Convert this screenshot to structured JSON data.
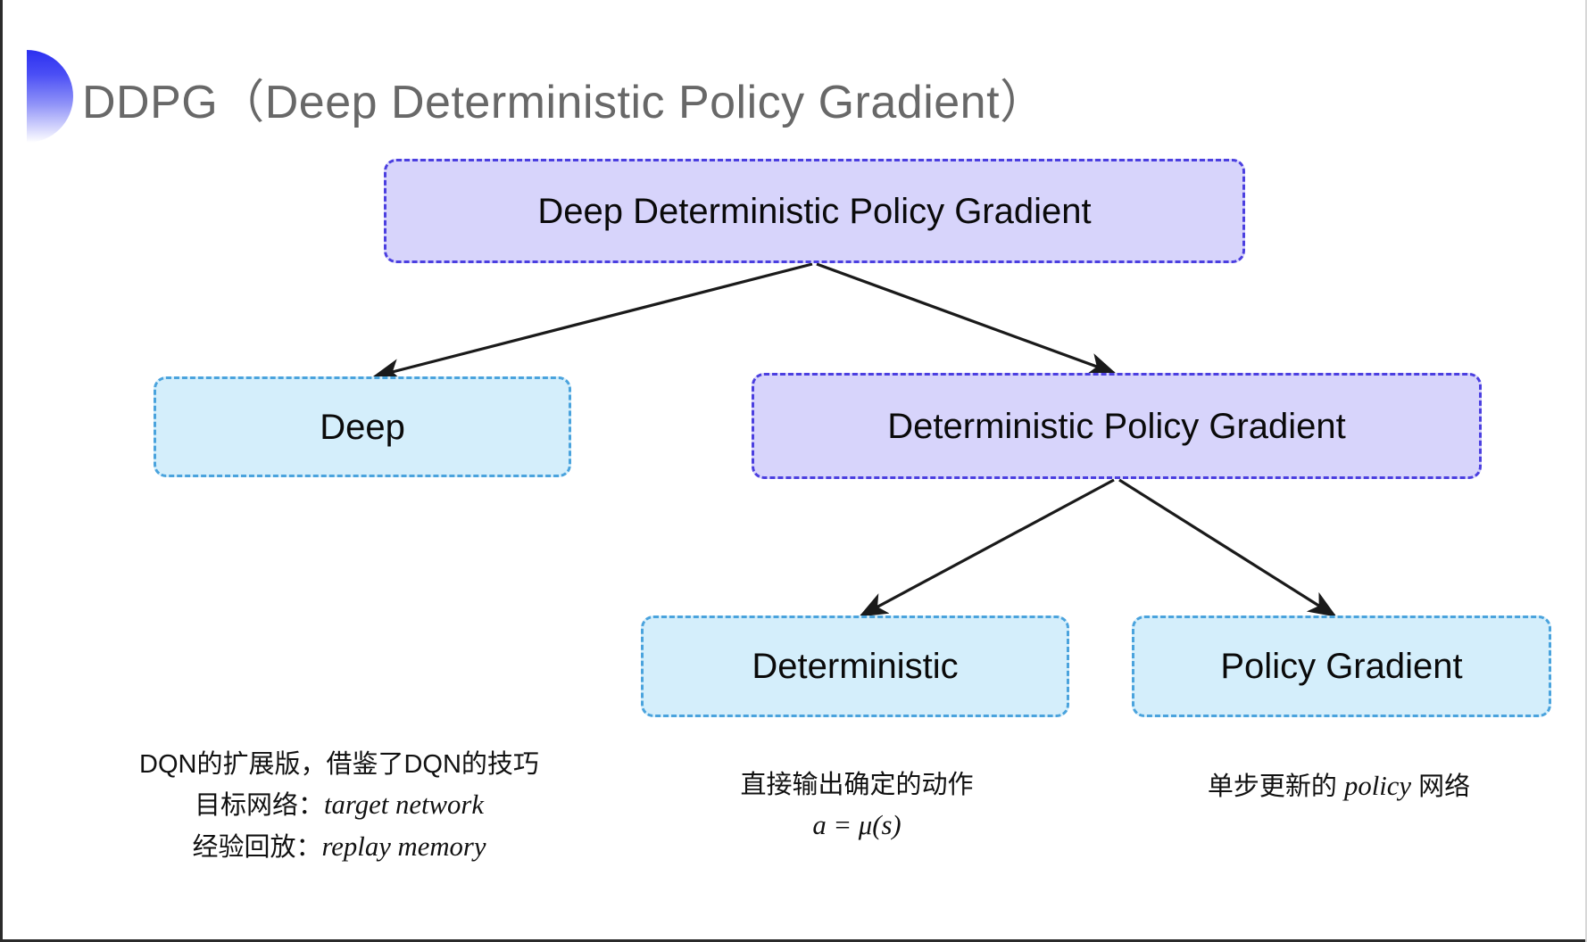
{
  "slide": {
    "title": "DDPG（Deep Deterministic Policy Gradient）",
    "background_color": "#ffffff",
    "accent_color": "#2b2ff0"
  },
  "diagram": {
    "type": "tree",
    "palette": {
      "purple_fill": "#d7d4fb",
      "purple_border": "#4b3fe0",
      "blue_fill": "#d4eefb",
      "blue_border": "#4aa3dd",
      "arrow_color": "#1a1a1a"
    },
    "nodes": [
      {
        "id": "root",
        "label": "Deep Deterministic Policy Gradient",
        "style": "purple"
      },
      {
        "id": "deep",
        "label": "Deep",
        "style": "blue"
      },
      {
        "id": "dpg",
        "label": "Deterministic Policy Gradient",
        "style": "purple"
      },
      {
        "id": "deterministic",
        "label": "Deterministic",
        "style": "blue"
      },
      {
        "id": "policy_gradient",
        "label": "Policy Gradient",
        "style": "blue"
      }
    ],
    "edges": [
      {
        "from": "root",
        "to": "deep"
      },
      {
        "from": "root",
        "to": "dpg"
      },
      {
        "from": "dpg",
        "to": "deterministic"
      },
      {
        "from": "dpg",
        "to": "policy_gradient"
      }
    ]
  },
  "captions": {
    "deep": {
      "line1": "DQN的扩展版，借鉴了DQN的技巧",
      "line2_label": "目标网络：",
      "line2_term": "target network",
      "line3_label": "经验回放：",
      "line3_term": "replay memory"
    },
    "deterministic": {
      "line1": "直接输出确定的动作",
      "formula": "a = μ(s)"
    },
    "policy_gradient": {
      "line1": "单步更新的",
      "line2_term": "policy",
      "line2_suffix": " 网络"
    }
  }
}
